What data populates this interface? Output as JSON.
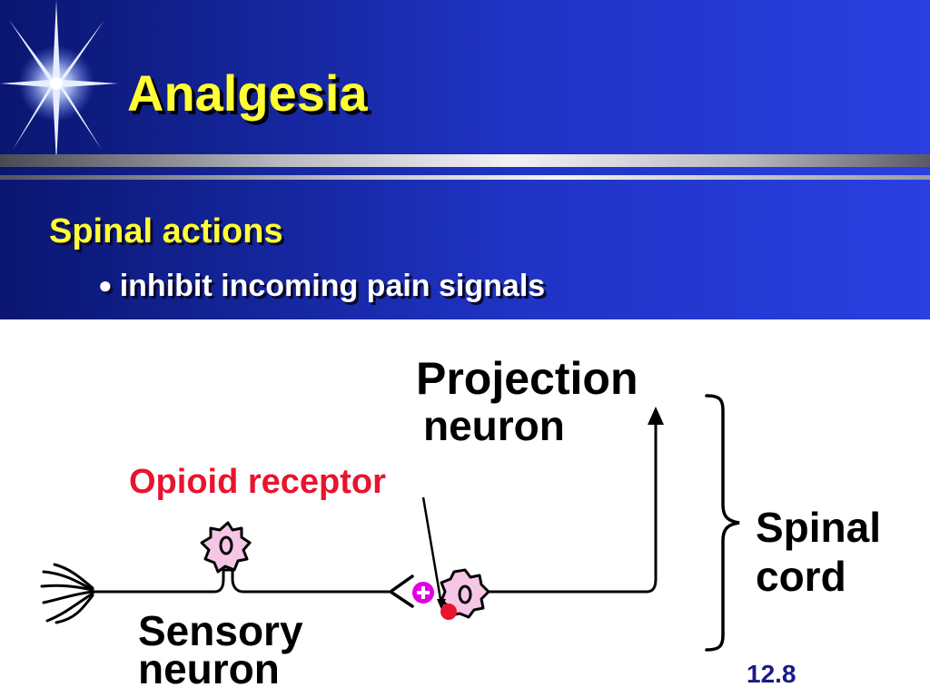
{
  "slide": {
    "title": "Analgesia",
    "subtitle": "Spinal actions",
    "bullet_symbol": "●",
    "bullet_text": "inhibit incoming pain signals"
  },
  "diagram": {
    "projection_label_line1": "Projection",
    "projection_label_line2": "neuron",
    "opioid_label": "Opioid receptor",
    "spinal_label_line1": "Spinal",
    "spinal_label_line2": "cord",
    "sensory_label_line1": "Sensory",
    "sensory_label_line2": "neuron",
    "plus_symbol": "+",
    "neuron_glyph": "o"
  },
  "footer": {
    "slide_number": "12.8"
  },
  "colors": {
    "header_blue": "#1f33c4",
    "title_yellow": "#ffff33",
    "receptor_red": "#e8142e",
    "plus_magenta": "#e000e0",
    "neuron_pink": "#f6c6e6"
  },
  "icons": {
    "decoration": "sparkle-star-icon"
  }
}
